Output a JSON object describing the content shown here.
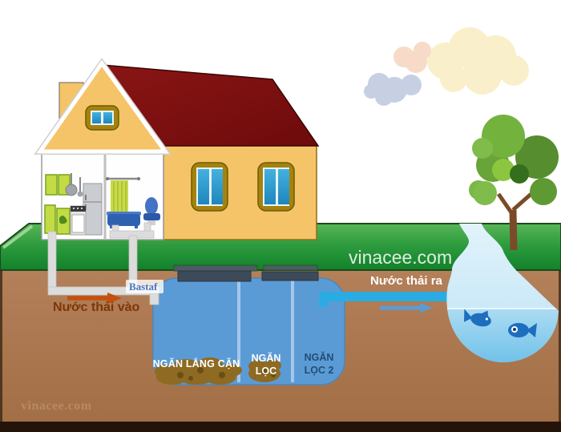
{
  "watermarks": {
    "grass": "vinacee.com",
    "corner": "vinacee.com"
  },
  "tank_brand": "Bastaf",
  "flow_labels": {
    "in": "Nước thải vào",
    "out": "Nước thải ra"
  },
  "tank": {
    "chambers": [
      {
        "label": "NGĂN LẮNG CẶN"
      },
      {
        "label_line1": "NGĂN",
        "label_line2": "LỌC"
      },
      {
        "label_line1": "NGĂN",
        "label_line2": "LỌC 2"
      }
    ]
  },
  "palette": {
    "roof": "#7A1010",
    "wall": "#F5C469",
    "window_frame": "#A3830E",
    "window_pane": "#2499CF",
    "grass": "#2E9C3E",
    "ground": "#AF7B51",
    "tank_body": "#5B9BD5",
    "tank_divider": "#A7C6E8",
    "tank_lid": "#3C4A59",
    "sludge": "#8E6A22",
    "inflow_arrow": "#C4500F",
    "outflow_pipe": "#2AACE3",
    "outflow_arrow": "#5B9BD5",
    "pond_water": "#9ED3EF",
    "fish": "#1D6EBF",
    "chamber3_text": "#1F4E79",
    "bastaf_text": "#4377C5",
    "inflow_text": "#7E3606"
  }
}
